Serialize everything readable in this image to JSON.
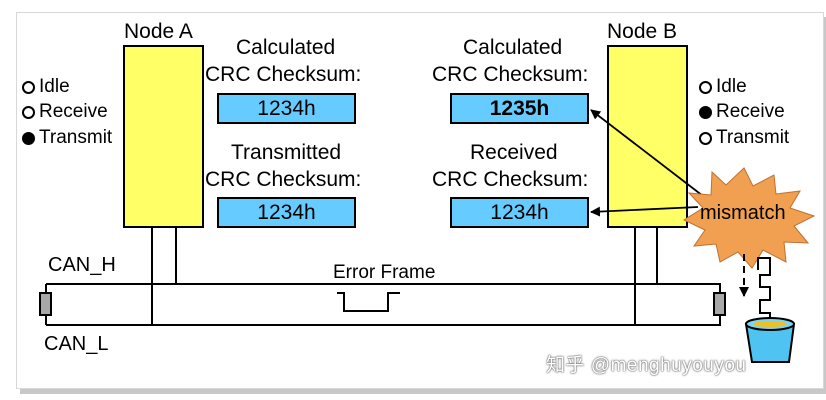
{
  "node_a": {
    "label": "Node A",
    "legend": [
      {
        "label": "Idle",
        "state": "empty"
      },
      {
        "label": "Receive",
        "state": "empty"
      },
      {
        "label": "Transmit",
        "state": "filled"
      }
    ],
    "calc_label_1": "Calculated",
    "calc_label_2": "CRC Checksum:",
    "calc_value": "1234h",
    "tx_label_1": "Transmitted",
    "tx_label_2": "CRC Checksum:",
    "tx_value": "1234h"
  },
  "node_b": {
    "label": "Node B",
    "legend": [
      {
        "label": "Idle",
        "state": "empty"
      },
      {
        "label": "Receive",
        "state": "filled"
      },
      {
        "label": "Transmit",
        "state": "empty"
      }
    ],
    "calc_label_1": "Calculated",
    "calc_label_2": "CRC Checksum:",
    "calc_value": "1235h",
    "rx_label_1": "Received",
    "rx_label_2": "CRC Checksum:",
    "rx_value": "1234h"
  },
  "bus": {
    "can_h": "CAN_H",
    "can_l": "CAN_L",
    "error_frame": "Error Frame"
  },
  "mismatch_label": "mismatch",
  "watermark": "知乎 @menghuyouyou",
  "colors": {
    "node_fill": "#ffff66",
    "crc_fill": "#66ccff",
    "burst_fill": "#f0a050",
    "bucket_fill": "#4fc4f2"
  }
}
